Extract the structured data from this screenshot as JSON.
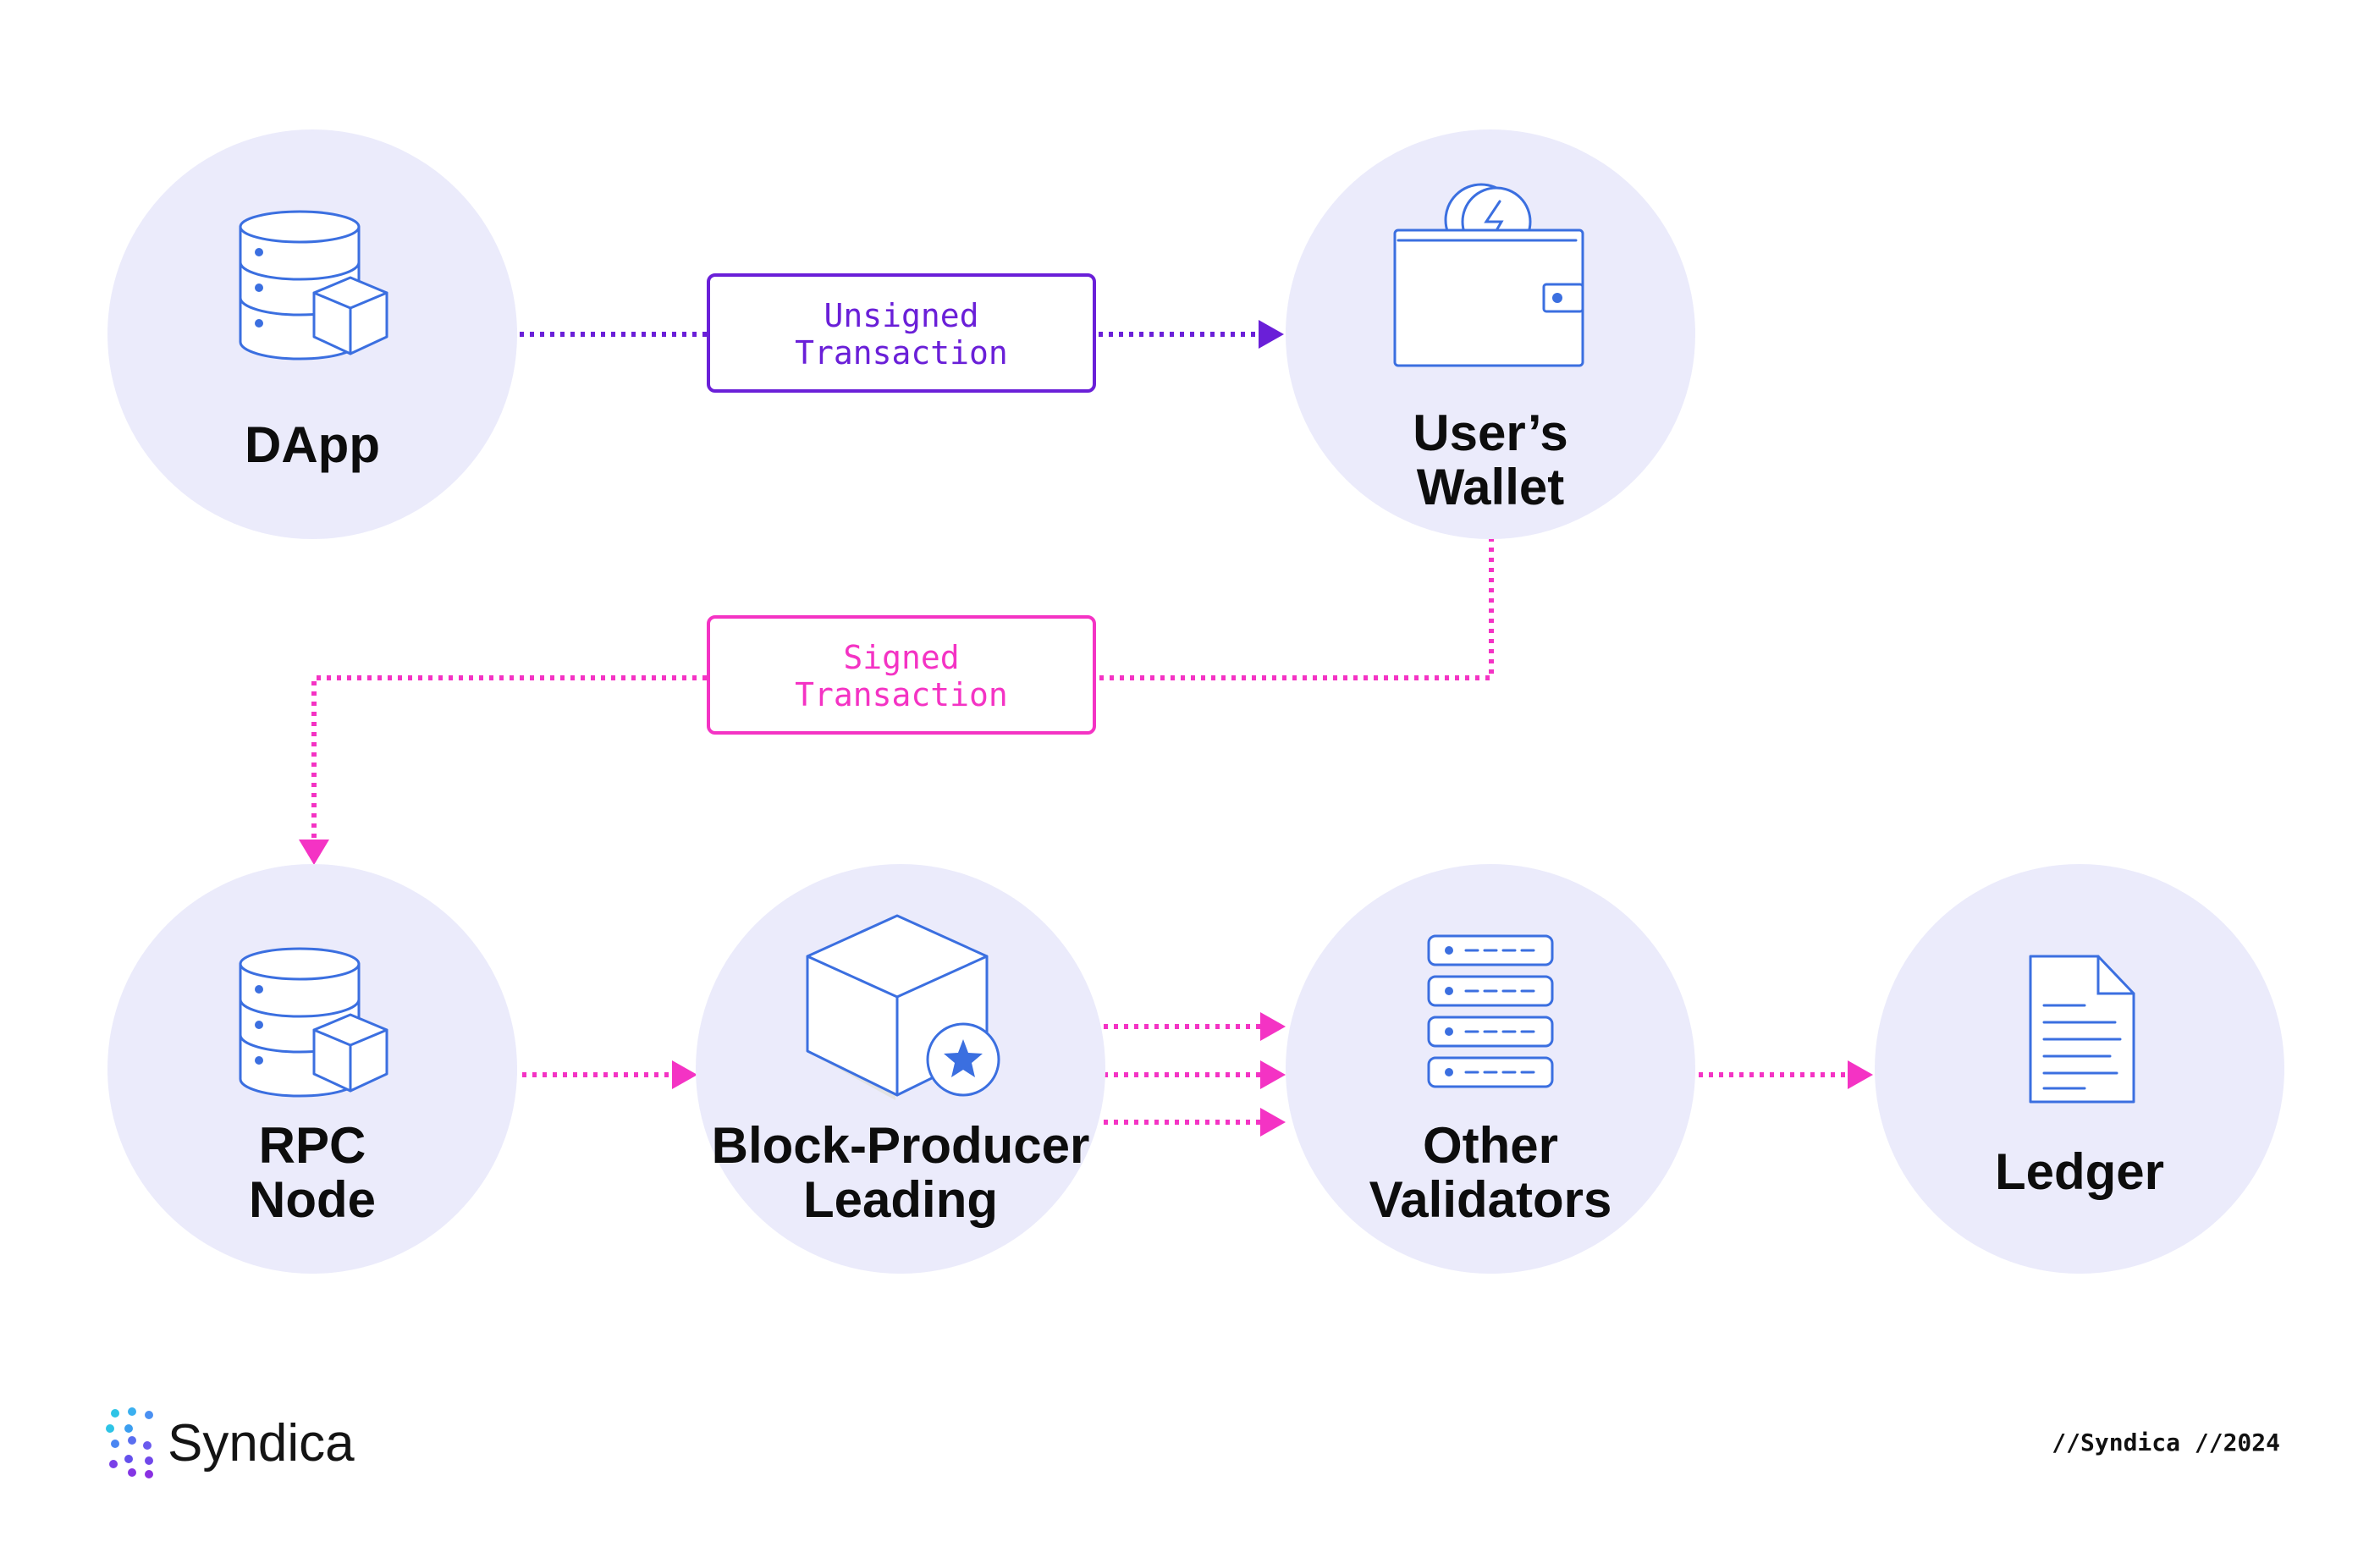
{
  "colors": {
    "node_fill": "#ebebfb",
    "icon_blue": "#3b6fe0",
    "purple": "#6a1fd8",
    "magenta": "#f433c4"
  },
  "nodes": {
    "dapp": {
      "line1": "DApp",
      "icon": "database-cube-icon"
    },
    "wallet": {
      "line1": "User’s",
      "line2": "Wallet",
      "icon": "wallet-icon"
    },
    "rpc": {
      "line1": "RPC",
      "line2": "Node",
      "icon": "database-cube-icon"
    },
    "producer": {
      "line1": "Block-Producer",
      "line2": "Leading",
      "icon": "cube-star-icon"
    },
    "validators": {
      "line1": "Other",
      "line2": "Validators",
      "icon": "server-stack-icon"
    },
    "ledger": {
      "line1": "Ledger",
      "icon": "document-icon"
    }
  },
  "edges": {
    "unsigned": {
      "line1": "Unsigned",
      "line2": "Transaction"
    },
    "signed": {
      "line1": "Signed",
      "line2": "Transaction"
    }
  },
  "footer": {
    "brand": "Syndica",
    "tag": "//Syndica //2024"
  }
}
